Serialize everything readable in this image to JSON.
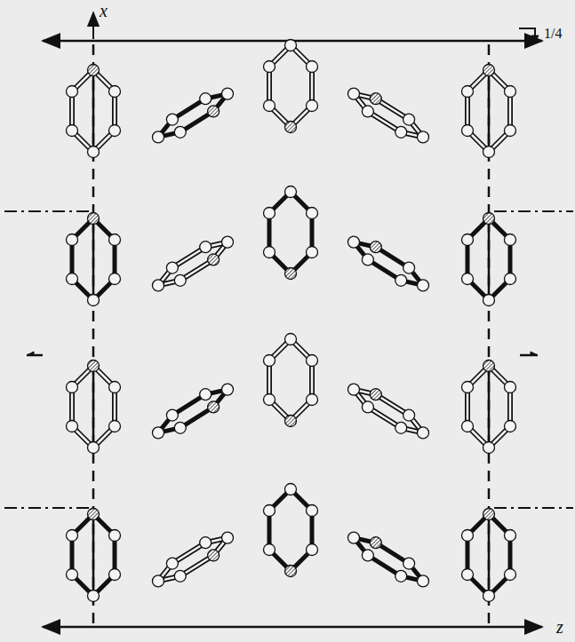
{
  "diagram": {
    "labels": [
      "x",
      "1/4",
      "z"
    ]
  }
}
